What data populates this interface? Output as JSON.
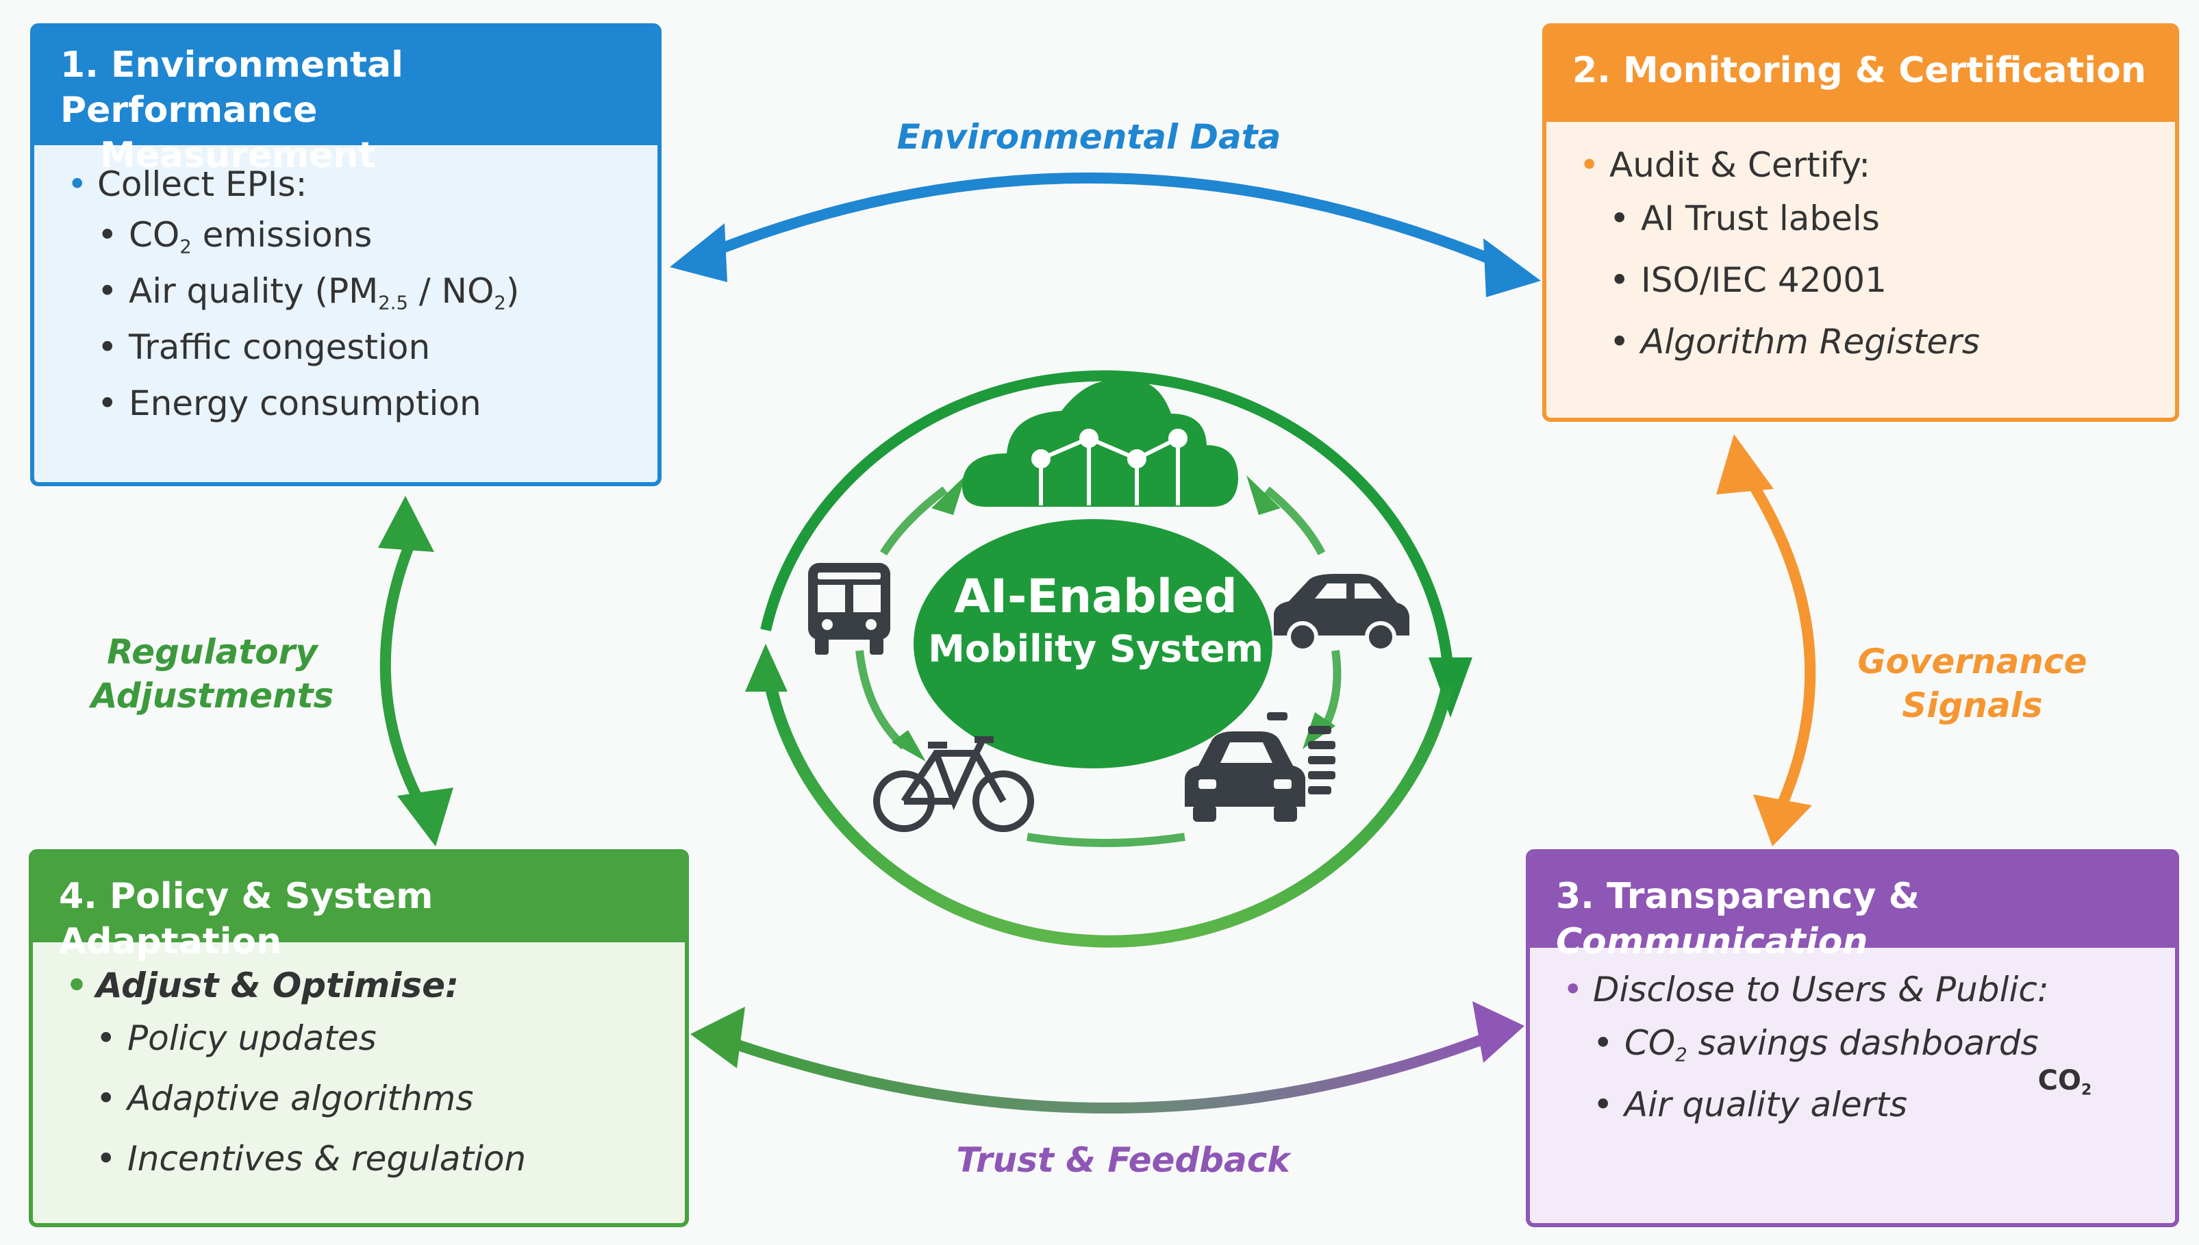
{
  "boxes": {
    "b1": {
      "title_line1": "1. Environmental Performance",
      "title_line2": "Measurement",
      "lead": "Collect EPIs:",
      "items": [
        {
          "pre": "CO",
          "sub": "2",
          "post": " emissions"
        },
        {
          "pre": "Air quality (PM",
          "sub": "2.5",
          "mid": " / NO",
          "sub2": "2",
          "post": ")"
        },
        {
          "text": "Traffic congestion"
        },
        {
          "text": "Energy consumption"
        }
      ]
    },
    "b2": {
      "title": "2. Monitoring & Certification",
      "lead": "Audit & Certify:",
      "items": [
        "AI Trust labels",
        "ISO/IEC 42001",
        "Algorithm Registers"
      ]
    },
    "b3": {
      "title_plain": "3. Transparency & ",
      "title_italic": "Communication",
      "lead": "Disclose to Users & Public:",
      "items": [
        {
          "pre": "CO",
          "sub": "2",
          "post": " savings dashboards"
        },
        {
          "text": "Air quality alerts"
        }
      ]
    },
    "b4": {
      "title": "4. Policy & System Adaptation",
      "lead": "Adjust & Optimise:",
      "items": [
        "Policy updates",
        "Adaptive algorithms",
        "Incentives & regulation"
      ]
    }
  },
  "flows": {
    "environmental_data": "Environmental Data",
    "governance_signals": "Governance Signals",
    "trust_feedback": "Trust & Feedback",
    "regulatory_line1": "Regulatory",
    "regulatory_line2": "Adjustments"
  },
  "center": {
    "line1": "AI-Enabled",
    "line2": "Mobility System"
  },
  "phone": {
    "pre": "CO",
    "sub": "2"
  },
  "icons": [
    "cloud-network-icon",
    "bus-icon",
    "car-icon",
    "bicycle-icon",
    "electric-car-icon",
    "phone-icon",
    "alert-cloud-icon"
  ],
  "colors": {
    "blue": "#1f86d2",
    "orange": "#f59631",
    "purple": "#8e56b5",
    "green": "#47a23f",
    "dark_green": "#1e9a3a"
  }
}
